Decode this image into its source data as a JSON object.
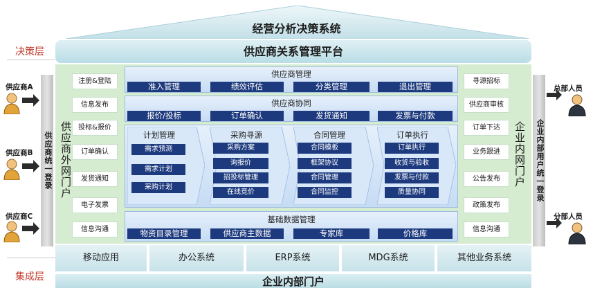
{
  "title": "经营分析决策系统",
  "layers": {
    "decision": "决策层",
    "integration": "集成层"
  },
  "platform": "供应商关系管理平台",
  "external_portal": {
    "label": "供应商外网门户",
    "login": "供应商统一登录",
    "items": [
      "注册&登陆",
      "信息发布",
      "投标&报价",
      "订单确认",
      "发货通知",
      "电子发票",
      "信息沟通"
    ]
  },
  "internal_portal": {
    "label": "企业内网门户",
    "login": "企业内部用户统一登录",
    "items": [
      "寻源招标",
      "供应商审核",
      "订单下达",
      "业务跟进",
      "公告发布",
      "政策发布",
      "信息沟通"
    ]
  },
  "suppliers": [
    "供应商A",
    "供应商B",
    "供应商C"
  ],
  "staff": [
    "总部人员",
    "分部人员"
  ],
  "supplier_mgmt": {
    "title": "供应商管理",
    "items": [
      "准入管理",
      "绩效评估",
      "分类管理",
      "退出管理"
    ]
  },
  "supplier_collab": {
    "title": "供应商协同",
    "items": [
      "报价/投标",
      "订单确认",
      "发货通知",
      "发票与付款"
    ]
  },
  "process": [
    {
      "title": "计划管理",
      "items": [
        "需求预测",
        "需求计划",
        "采购计划"
      ]
    },
    {
      "title": "采购寻源",
      "items": [
        "采购方案",
        "询报价",
        "招投标管理",
        "在线竞价"
      ]
    },
    {
      "title": "合同管理",
      "items": [
        "合同模板",
        "框架协议",
        "合同管理",
        "合同监控"
      ]
    },
    {
      "title": "订单执行",
      "items": [
        "订单执行",
        "收货与验收",
        "发票与付款",
        "质量协同"
      ]
    }
  ],
  "master_data": {
    "title": "基础数据管理",
    "items": [
      "物资目录管理",
      "供应商主数据",
      "专家库",
      "价格库"
    ]
  },
  "systems": [
    "移动应用",
    "办公系统",
    "ERP系统",
    "MDG系统",
    "其他业务系统"
  ],
  "bottom_portal": "企业内部门户",
  "colors": {
    "button": "#1d3a7e",
    "frame": "#d5ecd0",
    "accent_red": "#c0392b"
  }
}
